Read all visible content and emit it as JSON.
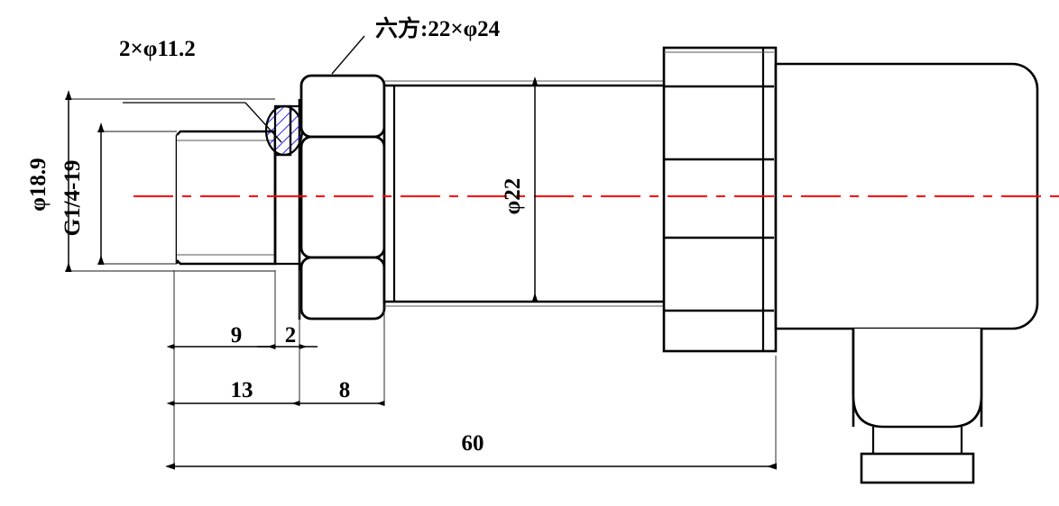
{
  "drawing": {
    "title": "Pressure Sensor Outline Dimension Drawing",
    "units": "mm",
    "colors": {
      "outline": "#000000",
      "centerline": "#ff0000",
      "seal_hatch": "#0000ff",
      "dimension": "#000000",
      "thin_line": "#555555",
      "background": "#ffffff"
    }
  },
  "annotations": {
    "hole_callout": {
      "label": "2×φ11.2",
      "description": "two-by diameter 11.2 seal callout with leader"
    },
    "hex_callout": {
      "label": "六方:22×φ24",
      "description": "hexagon across-flats 22 by diameter 24"
    }
  },
  "dimensions": {
    "vertical": [
      {
        "name": "outer-diameter",
        "label": "φ18.9",
        "value": 18.9
      },
      {
        "name": "thread-spec",
        "label": "G1/4-19",
        "value": "G1/4-19"
      },
      {
        "name": "body-diameter",
        "label": "φ22",
        "value": 22
      }
    ],
    "horizontal": [
      {
        "name": "dim-9",
        "label": "9",
        "value": 9
      },
      {
        "name": "dim-2",
        "label": "2",
        "value": 2
      },
      {
        "name": "dim-13",
        "label": "13",
        "value": 13
      },
      {
        "name": "dim-8",
        "label": "8",
        "value": 8
      },
      {
        "name": "dim-60",
        "label": "60",
        "value": 60
      }
    ]
  },
  "parts": [
    {
      "name": "thread-stud",
      "label": "G1/4-19 threaded stud"
    },
    {
      "name": "o-ring-seal",
      "label": "O-ring seal (hatched)"
    },
    {
      "name": "hex-nut-22",
      "label": "Hex nut 22 across flats"
    },
    {
      "name": "sensor-body",
      "label": "Cylindrical sensor body φ22"
    },
    {
      "name": "hex-flange-24",
      "label": "Large hex flange φ24"
    },
    {
      "name": "electronics-housing",
      "label": "Electronics housing"
    },
    {
      "name": "cable-connector",
      "label": "Bottom cable connector"
    }
  ]
}
